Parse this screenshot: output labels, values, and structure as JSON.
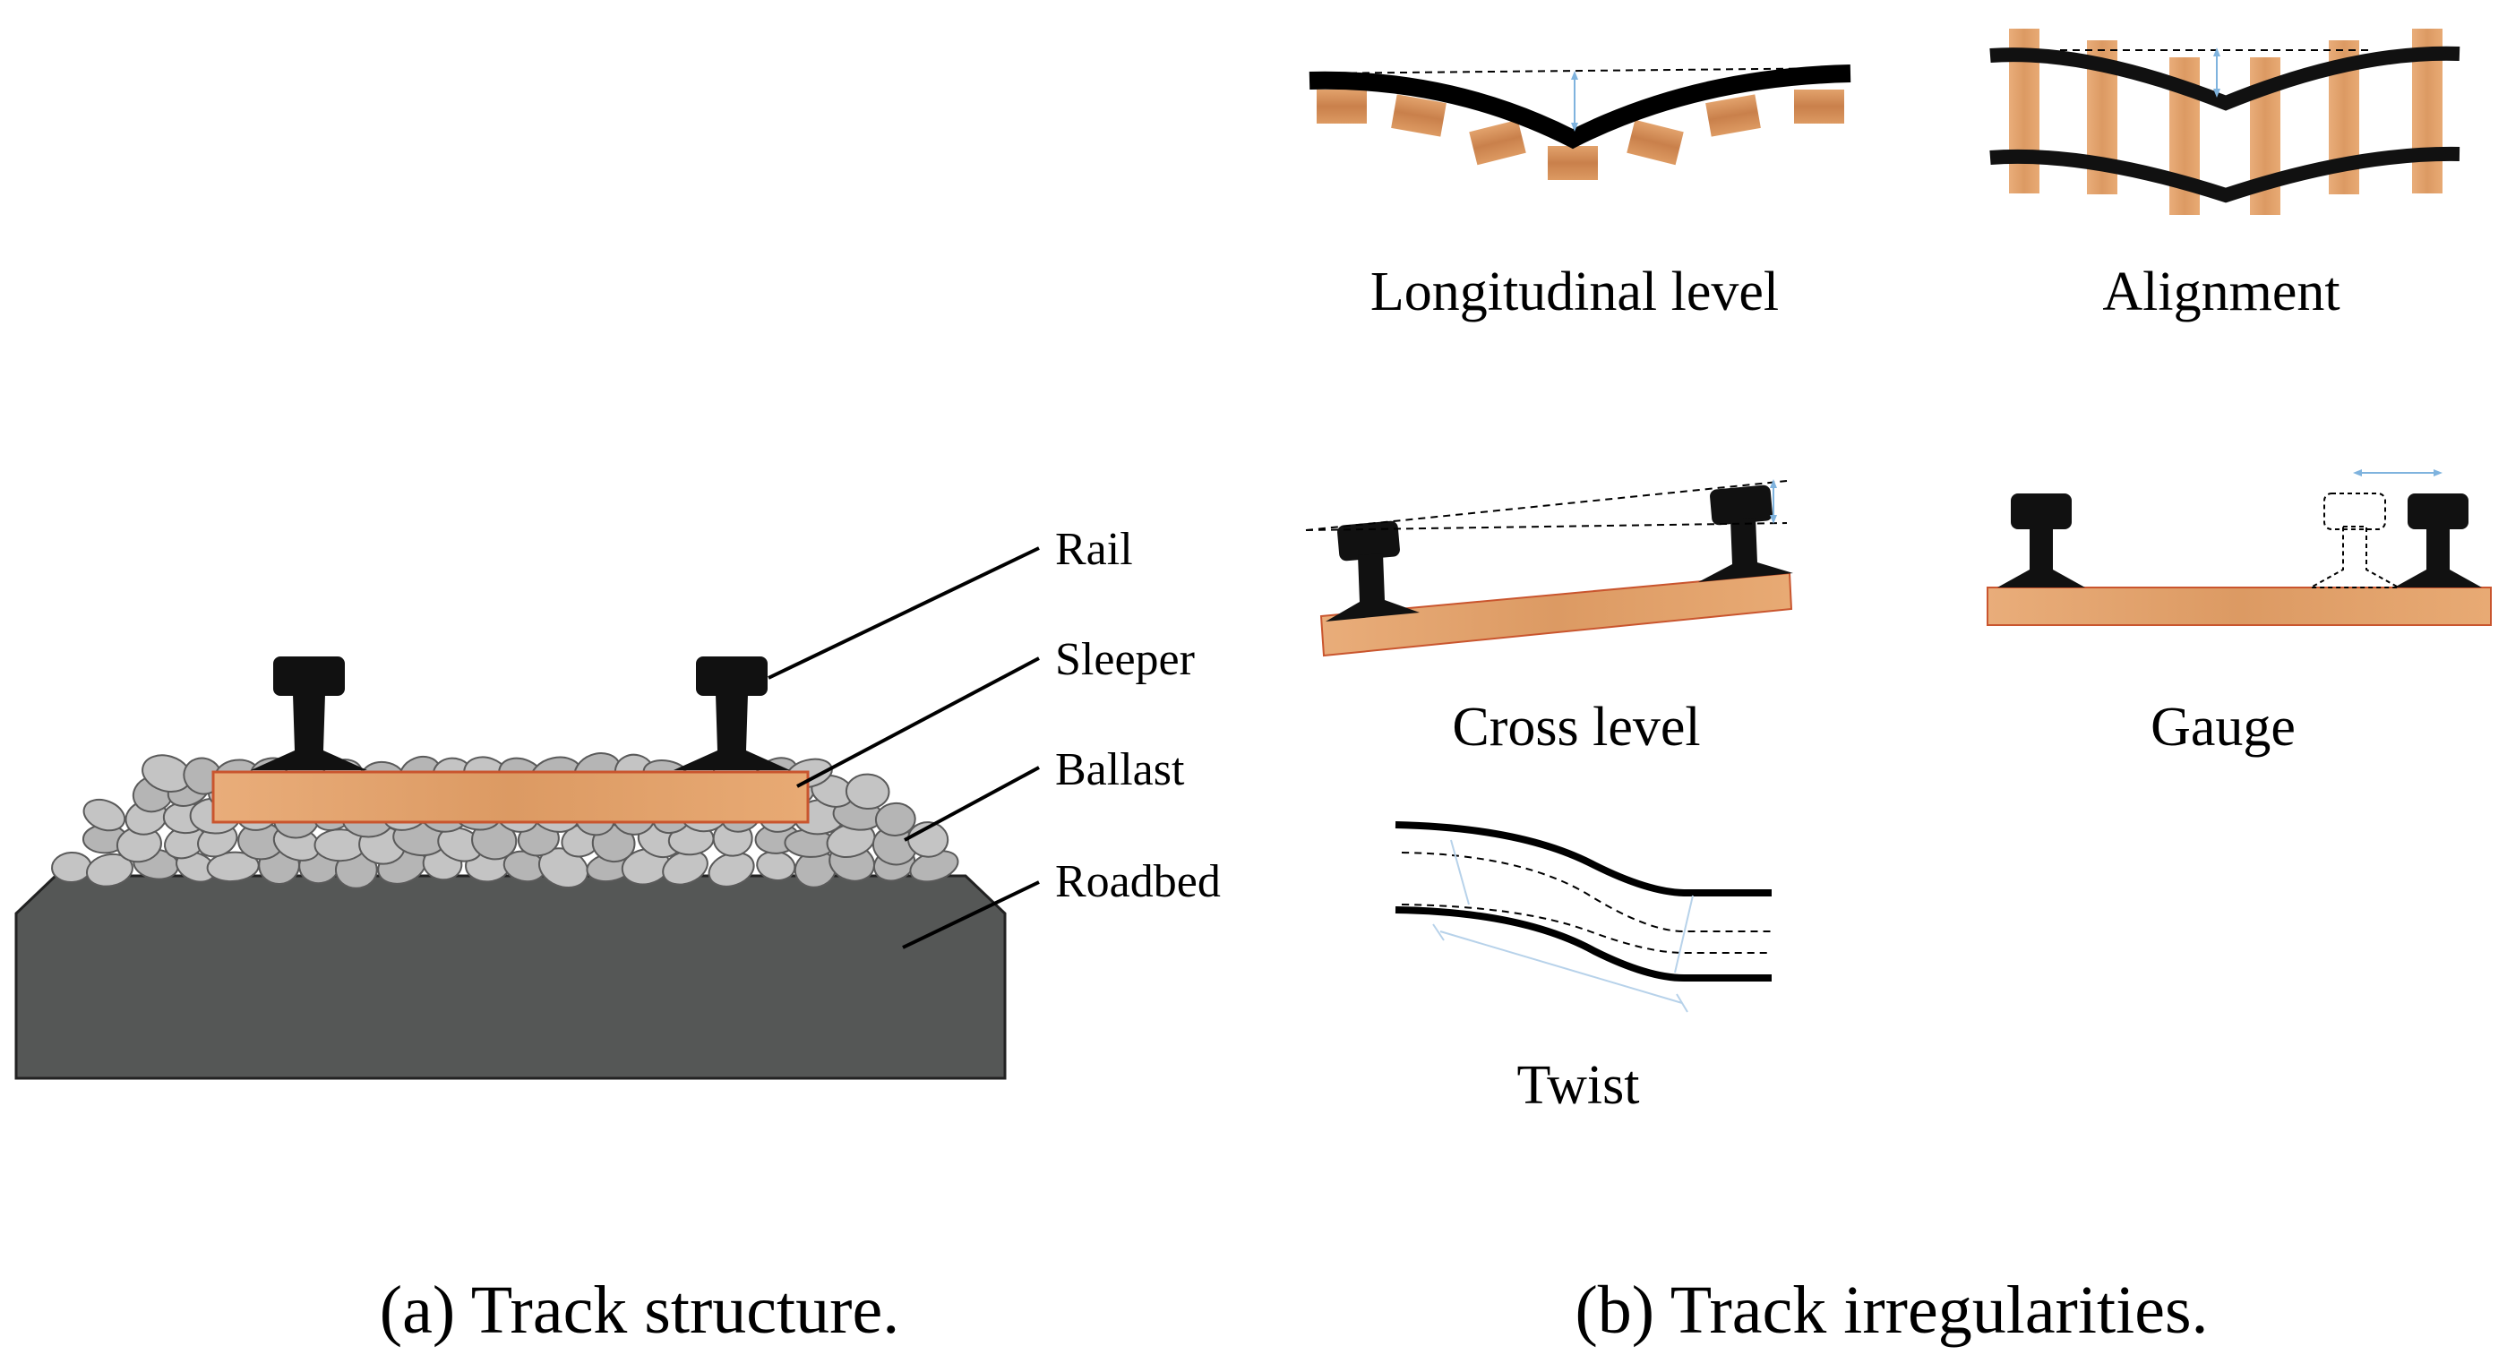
{
  "structure": {
    "labels": {
      "rail": "Rail",
      "sleeper": "Sleeper",
      "ballast": "Ballast",
      "roadbed": "Roadbed"
    },
    "caption": "(a) Track structure."
  },
  "irregularities": {
    "longitudinal_level": "Longitudinal level",
    "alignment": "Alignment",
    "cross_level": "Cross level",
    "gauge": "Gauge",
    "twist": "Twist",
    "caption": "(b) Track irregularities."
  },
  "colors": {
    "wood": "#e3a06c",
    "wood_edge": "#c9552e",
    "rail": "#111111",
    "ballast": "#bdbdbd",
    "roadbed": "#555756",
    "guide": "#9cc4e6"
  }
}
